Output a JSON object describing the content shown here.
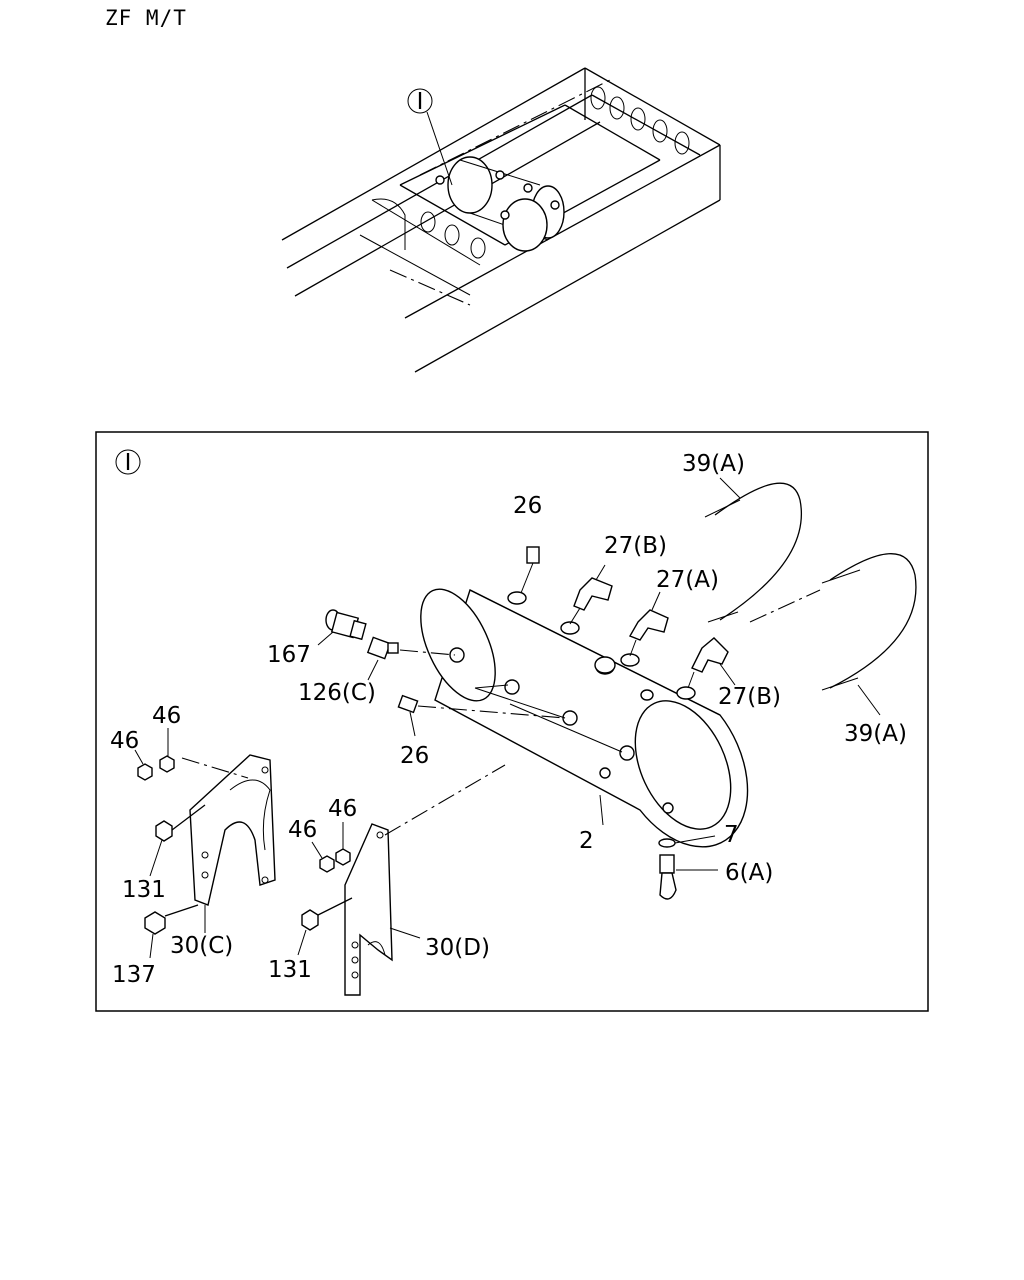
{
  "page_title": "ZF M/T",
  "section_marker": "I",
  "callouts": {
    "p26_top": "26",
    "p27b_top": "27(B)",
    "p27a": "27(A)",
    "p39a_top": "39(A)",
    "p167": "167",
    "p126c": "126(C)",
    "p27b_right": "27(B)",
    "p39a_right": "39(A)",
    "p46_a": "46",
    "p46_b": "46",
    "p26_bottom": "26",
    "p46_c": "46",
    "p46_d": "46",
    "p2": "2",
    "p7": "7",
    "p6a": "6(A)",
    "p131_a": "131",
    "p30c": "30(C)",
    "p137": "137",
    "p131_b": "131",
    "p30d": "30(D)"
  }
}
